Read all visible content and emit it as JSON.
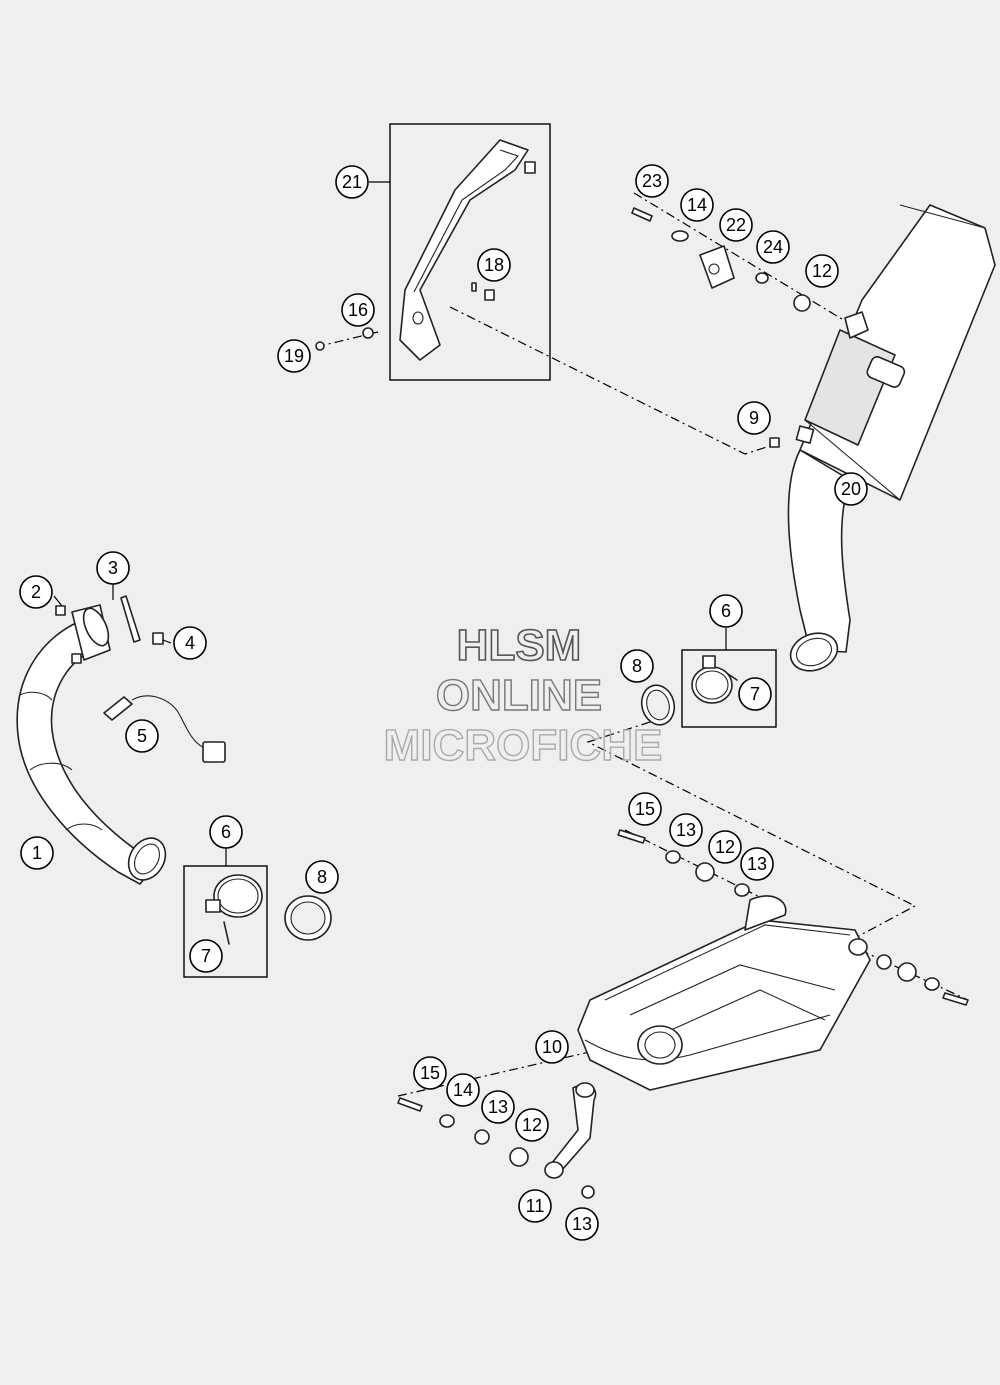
{
  "watermark": {
    "line1": "HLSM",
    "line2": "ONLINE",
    "line3": "MICROFICHE"
  },
  "callouts": [
    "1",
    "2",
    "3",
    "4",
    "5",
    "6",
    "7",
    "8",
    "9",
    "10",
    "11",
    "12",
    "13",
    "14",
    "15",
    "16",
    "18",
    "19",
    "20",
    "21",
    "22",
    "23",
    "24"
  ]
}
